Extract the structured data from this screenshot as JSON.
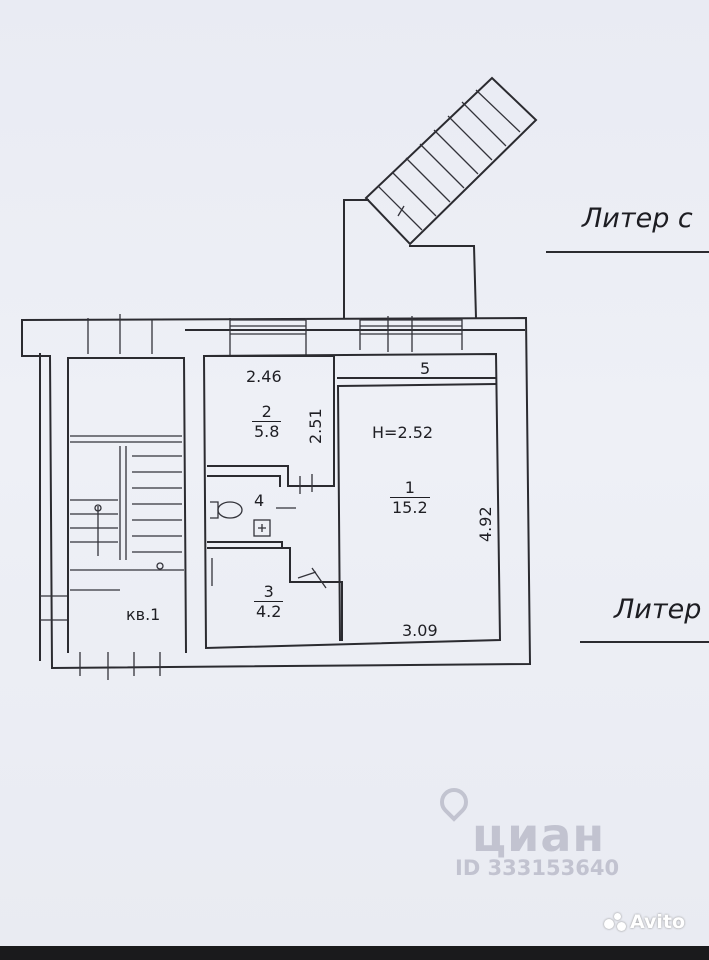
{
  "plan": {
    "liter_top": "Литер с",
    "liter_right": "Литер",
    "flat_label": "кв.1",
    "ceiling_height": "H=2.52",
    "rooms": [
      {
        "number": "1",
        "area": "15.2"
      },
      {
        "number": "2",
        "area": "5.8"
      },
      {
        "number": "3",
        "area": "4.2"
      },
      {
        "number": "4"
      }
    ],
    "dimensions": {
      "top_left": "2.46",
      "vertical_room2": "2.51",
      "top_right": "5",
      "right_height": "4.92",
      "bottom_width": "3.09"
    }
  },
  "watermarks": {
    "cian_name": "циан",
    "cian_id": "ID 333153640",
    "avito": "Avito"
  }
}
